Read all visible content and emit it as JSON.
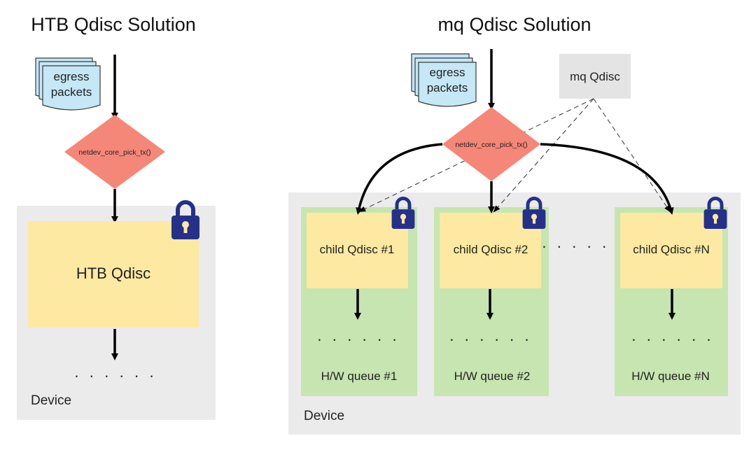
{
  "left": {
    "title": "HTB Qdisc Solution",
    "packets_label_line1": "egress",
    "packets_label_line2": "packets",
    "picker_label": "netdev_core_pick_tx()",
    "qdisc_label": "HTB Qdisc",
    "ellipsis": "· · · · · ·",
    "device_label": "Device"
  },
  "right": {
    "title": "mq Qdisc Solution",
    "packets_label_line1": "egress",
    "packets_label_line2": "packets",
    "picker_label": "netdev_core_pick_tx()",
    "mq_label": "mq Qdisc",
    "between_ellipsis": "· · · · · ·",
    "device_label": "Device",
    "queues": [
      {
        "child_label": "child Qdisc #1",
        "ellipsis": "· · · · · ·",
        "hw_label": "H/W queue #1"
      },
      {
        "child_label": "child Qdisc #2",
        "ellipsis": "· · · · · ·",
        "hw_label": "H/W queue #2"
      },
      {
        "child_label": "child Qdisc #N",
        "ellipsis": "· · · · · ·",
        "hw_label": "H/W queue #N"
      }
    ]
  },
  "colors": {
    "device_bg": "#ebebeb",
    "qdisc_fill": "#fde9a1",
    "queue_fill": "#c6e5b0",
    "diamond_fill": "#f58778",
    "packet_fill": "#c5e7f6",
    "lock_fill": "#25308a",
    "mq_box": "#e4e4e4"
  },
  "icons": [
    "document-stack-icon",
    "padlock-icon"
  ]
}
